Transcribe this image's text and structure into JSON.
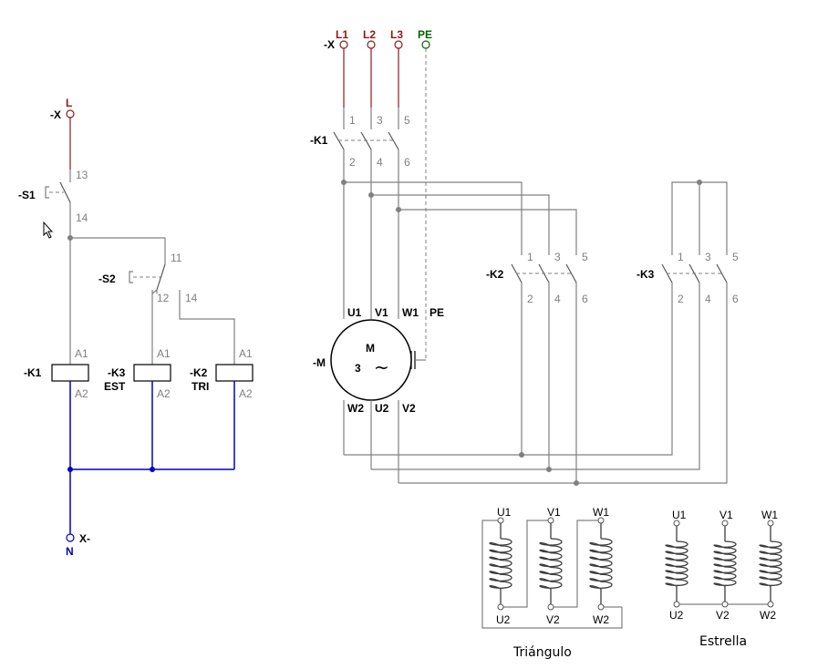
{
  "supply_left": {
    "terminal_tag": "-X",
    "line_label": "L",
    "neutral_tag": "X-",
    "neutral_label": "N"
  },
  "supply_right": {
    "terminal_tag": "-X",
    "phases": [
      "L1",
      "L2",
      "L3"
    ],
    "earth": "PE"
  },
  "s1": {
    "tag": "-S1",
    "pin_top": "13",
    "pin_bottom": "14"
  },
  "s2": {
    "tag": "-S2",
    "pin_com": "11",
    "pin_nc": "12",
    "pin_no": "14"
  },
  "coils": [
    {
      "tag": "-K1",
      "sub": "",
      "a1": "A1",
      "a2": "A2"
    },
    {
      "tag": "-K3",
      "sub": "EST",
      "a1": "A1",
      "a2": "A2"
    },
    {
      "tag": "-K2",
      "sub": "TRI",
      "a1": "A1",
      "a2": "A2"
    }
  ],
  "contactors": [
    {
      "tag": "-K1",
      "top_pins": [
        "1",
        "3",
        "5"
      ],
      "bottom_pins": [
        "2",
        "4",
        "6"
      ]
    },
    {
      "tag": "-K2",
      "top_pins": [
        "1",
        "3",
        "5"
      ],
      "bottom_pins": [
        "2",
        "4",
        "6"
      ]
    },
    {
      "tag": "-K3",
      "top_pins": [
        "1",
        "3",
        "5"
      ],
      "bottom_pins": [
        "2",
        "4",
        "6"
      ]
    }
  ],
  "motor": {
    "tag": "-M",
    "symbol": "M",
    "phases": "3",
    "ac": "~",
    "top_terminals": [
      "U1",
      "V1",
      "W1",
      "PE"
    ],
    "bottom_terminals": [
      "W2",
      "U2",
      "V2"
    ]
  },
  "delta": {
    "caption": "Triángulo",
    "top": [
      "U1",
      "V1",
      "W1"
    ],
    "bottom": [
      "U2",
      "V2",
      "W2"
    ]
  },
  "star": {
    "caption": "Estrella",
    "top": [
      "U1",
      "V1",
      "W1"
    ],
    "bottom": [
      "U2",
      "V2",
      "W2"
    ]
  },
  "colors": {
    "wire": "#808080",
    "supply": "#8b1a1a",
    "neutral": "#0000c8",
    "earth_label": "#006400"
  }
}
